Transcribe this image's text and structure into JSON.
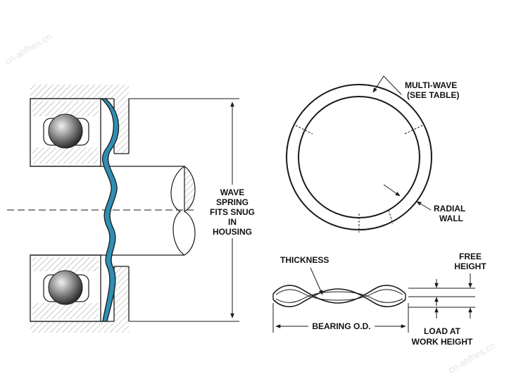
{
  "labels": {
    "wave_spring_line1": "WAVE",
    "wave_spring_line2": "SPRING",
    "wave_spring_line3": "FITS SNUG",
    "wave_spring_line4": "IN",
    "wave_spring_line5": "HOUSING",
    "multi_wave_line1": "MULTI-WAVE",
    "multi_wave_line2": "(SEE TABLE)",
    "radial_wall_line1": "RADIAL",
    "radial_wall_line2": "WALL",
    "thickness": "THICKNESS",
    "free_height_line1": "FREE",
    "free_height_line2": "HEIGHT",
    "bearing_od": "BEARING O.D.",
    "load_line1": "LOAD AT",
    "load_line2": "WORK HEIGHT"
  },
  "watermark": "cn-ahfhes.cn",
  "colors": {
    "spring_blue": "#2f8fb3",
    "ink": "#1a1a1a",
    "hatch": "#9a9a9a",
    "ball_dark": "#3a3a3a",
    "ball_light": "#e8e8e8"
  }
}
